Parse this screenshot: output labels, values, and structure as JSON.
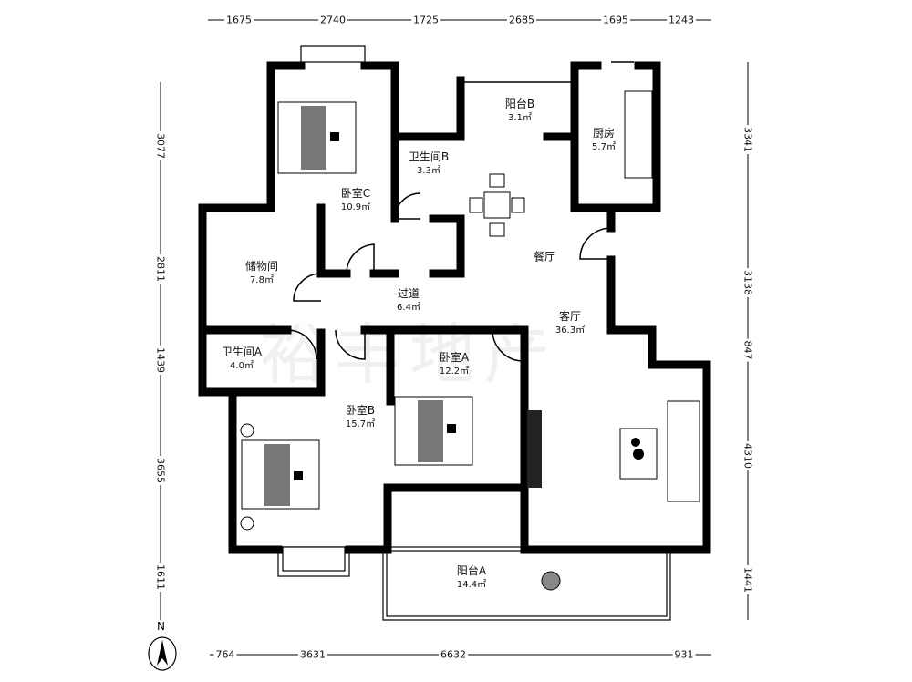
{
  "rooms": {
    "bedroom_c": {
      "name": "卧室C",
      "area": "10.9㎡"
    },
    "bathroom_b": {
      "name": "卫生间B",
      "area": "3.3㎡"
    },
    "balcony_b": {
      "name": "阳台B",
      "area": "3.1㎡"
    },
    "kitchen": {
      "name": "厨房",
      "area": "5.7㎡"
    },
    "dining": {
      "name": "餐厅"
    },
    "storage": {
      "name": "储物间",
      "area": "7.8㎡"
    },
    "hallway": {
      "name": "过道",
      "area": "6.4㎡"
    },
    "living": {
      "name": "客厅",
      "area": "36.3㎡"
    },
    "bathroom_a": {
      "name": "卫生间A",
      "area": "4.0㎡"
    },
    "bedroom_a": {
      "name": "卧室A",
      "area": "12.2㎡"
    },
    "bedroom_b": {
      "name": "卧室B",
      "area": "15.7㎡"
    },
    "balcony_a": {
      "name": "阳台A",
      "area": "14.4㎡"
    }
  },
  "dimensions": {
    "top": [
      "1675",
      "2740",
      "1725",
      "2685",
      "1695",
      "1243"
    ],
    "bottom": [
      "764",
      "3631",
      "6632",
      "931"
    ],
    "left": [
      "3077",
      "2811",
      "1439",
      "3655",
      "1611"
    ],
    "right": [
      "3341",
      "3138",
      "847",
      "4310",
      "1441"
    ]
  },
  "compass": "N",
  "watermark": "裕丰地产"
}
